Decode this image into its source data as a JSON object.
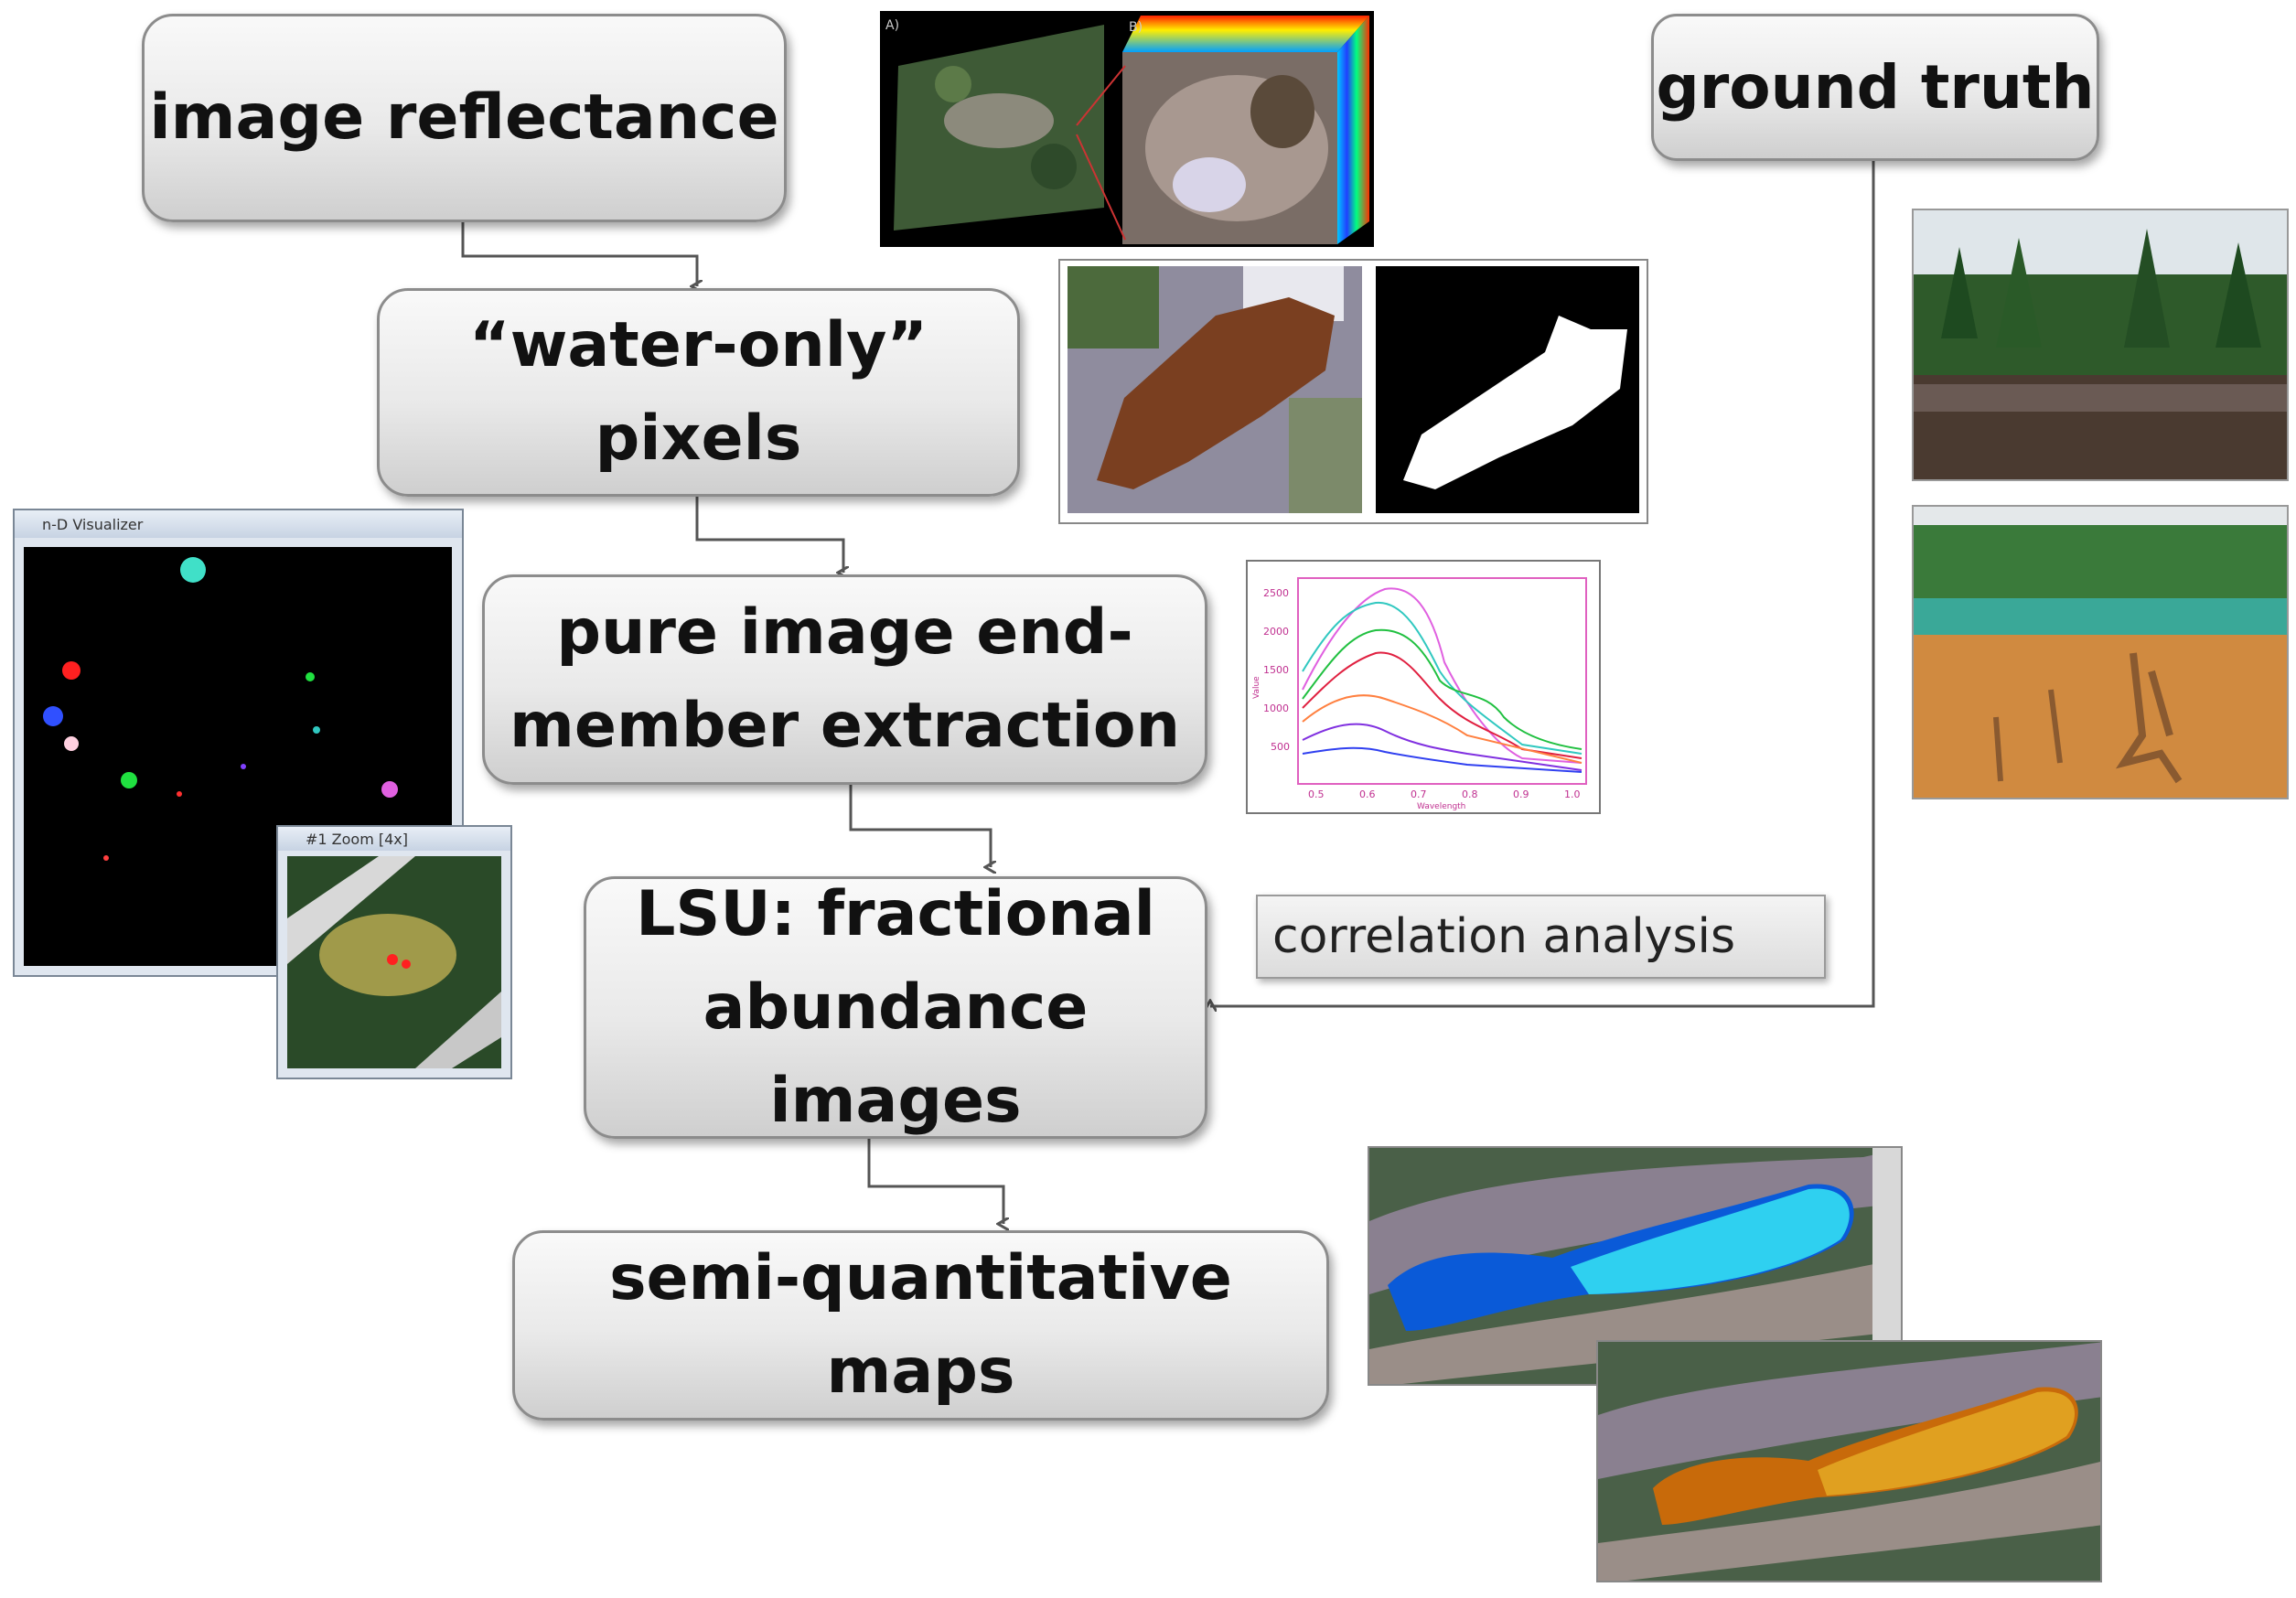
{
  "boxes": {
    "image_reflectance": "image reflectance",
    "water_only": "“water-only” pixels",
    "endmember_line1": "pure image end-",
    "endmember_line2": "member extraction",
    "lsu_line1": "LSU: fractional",
    "lsu_line2": "abundance images",
    "semi_quant": "semi-quantitative maps",
    "ground_truth": "ground truth",
    "correlation": "correlation analysis"
  },
  "insets": {
    "hyperspectral_labels": [
      "A)",
      "B)"
    ],
    "ndvis_title": "n-D Visualizer",
    "zoom_title": "#1 Zoom [4x]",
    "spectra_yticks": [
      "2500",
      "2000",
      "1500",
      "1000",
      "500"
    ],
    "spectra_xticks": [
      "0.5",
      "0.6",
      "0.7",
      "0.8",
      "0.9",
      "1.0"
    ],
    "spectra_xlabel": "Wavelength",
    "spectra_ylabel": "Value"
  },
  "colors": {
    "arrow": "#555555",
    "box_border": "#8c8c8c",
    "water_brown": "#7a3f20",
    "map_blue": "#0a5ad8",
    "map_cyan": "#2fd0f0",
    "map_orange": "#c86a0a",
    "map_gold": "#e0a020"
  }
}
